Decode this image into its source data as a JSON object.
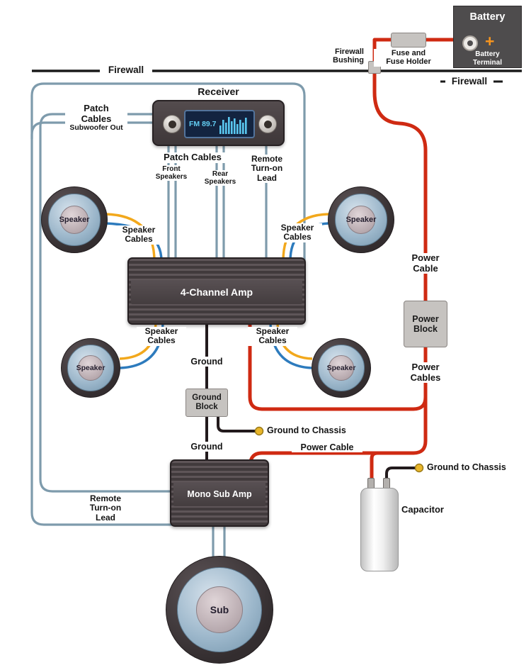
{
  "colors": {
    "power_cable": "#cf2a12",
    "ground_cable": "#221a1c",
    "patch_cable": "#7e9bac",
    "speaker_wire_blue": "#2d7bbd",
    "speaker_wire_orange": "#f2a81c",
    "connector_yellow": "#e9b62a",
    "firewall_line": "#1a1a1a"
  },
  "battery": {
    "title": "Battery",
    "plus": "+",
    "terminal": {
      "line1": "Battery",
      "line2": "Terminal"
    }
  },
  "fuse": {
    "line1": "Fuse and",
    "line2": "Fuse Holder"
  },
  "bushing": {
    "line1": "Firewall",
    "line2": "Bushing"
  },
  "firewall": {
    "left": "Firewall",
    "right": "Firewall"
  },
  "receiver": {
    "title": "Receiver",
    "display": "FM 89.7"
  },
  "labels": {
    "patch_left": {
      "line1": "Patch",
      "line2": "Cables",
      "line3": "Subwoofer Out"
    },
    "patch_bottom": "Patch Cables",
    "front": {
      "line1": "Front",
      "line2": "Speakers"
    },
    "rear": {
      "line1": "Rear",
      "line2": "Speakers"
    },
    "remote_lead": {
      "line1": "Remote",
      "line2": "Turn-on",
      "line3": "Lead"
    },
    "speaker_cables": {
      "line1": "Speaker",
      "line2": "Cables"
    },
    "speaker": "Speaker",
    "sub": "Sub",
    "ground": "Ground",
    "ground_to_chassis": "Ground to Chassis",
    "power_cable_stacked": {
      "line1": "Power",
      "line2": "Cable"
    },
    "power_cable": "Power Cable",
    "power_cables": {
      "line1": "Power",
      "line2": "Cables"
    },
    "capacitor": "Capacitor"
  },
  "amps": {
    "four_channel": "4-Channel Amp",
    "mono_sub": "Mono Sub Amp"
  },
  "blocks": {
    "ground_block": {
      "line1": "Ground",
      "line2": "Block"
    },
    "power_block": {
      "line1": "Power",
      "line2": "Block"
    }
  }
}
